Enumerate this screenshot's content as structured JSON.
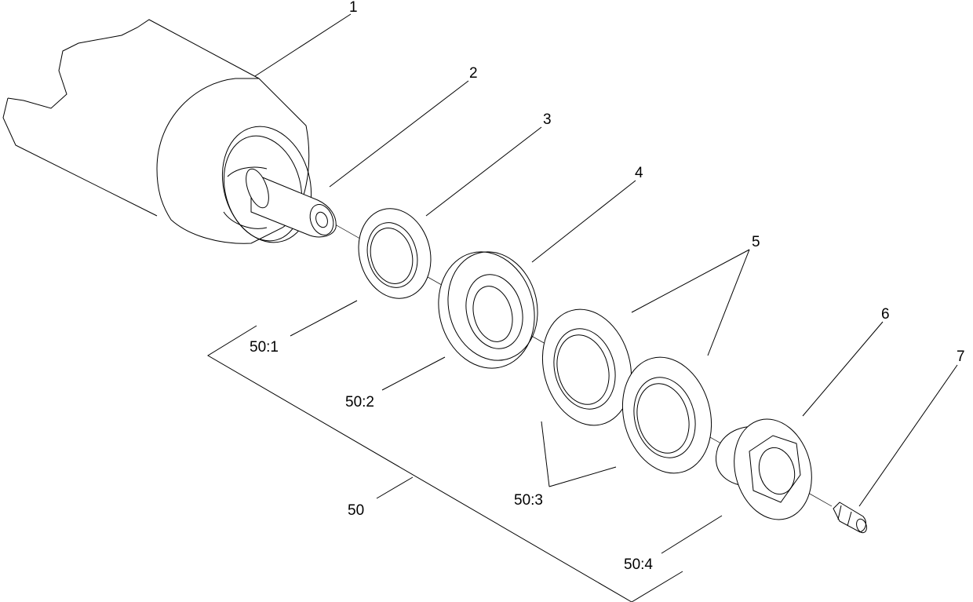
{
  "callouts": {
    "c1": "1",
    "c2": "2",
    "c3": "3",
    "c4": "4",
    "c5": "5",
    "c6": "6",
    "c7": "7",
    "c50": "50",
    "c50_1": "50:1",
    "c50_2": "50:2",
    "c50_3": "50:3",
    "c50_4": "50:4"
  }
}
